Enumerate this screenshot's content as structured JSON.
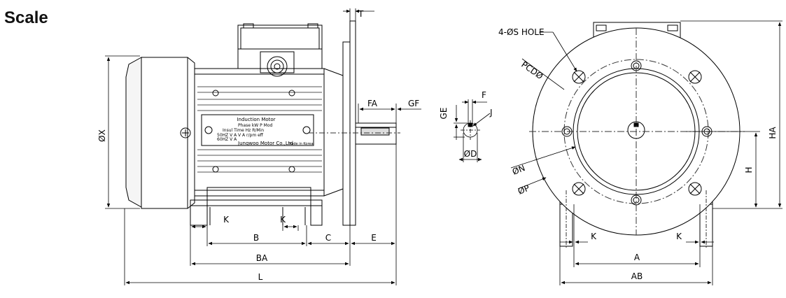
{
  "page": {
    "title": "Scale"
  },
  "side_view": {
    "dimensions": {
      "dia_x": "ØX",
      "t": "T",
      "fa": "FA",
      "gf": "GF",
      "k_left": "K",
      "k_right": "K",
      "b": "B",
      "c": "C",
      "e": "E",
      "ba": "BA",
      "l": "L"
    },
    "nameplate": {
      "title": "Induction Motor",
      "row1": "Phase  kW  P Mod",
      "row2": "Insul  Time  Hz  R/Min",
      "row3": "V  A  r/pm  eff",
      "row4": "50HZ  V  A",
      "row5": "60HZ  V  A",
      "maker": "Jungwoo Motor Co.,Ltd",
      "origin": "Made in Korea"
    }
  },
  "shaft_view": {
    "dimensions": {
      "ge": "GE",
      "f": "F",
      "j": "J",
      "dia_d": "ØD"
    }
  },
  "front_view": {
    "dimensions": {
      "hole_note": "4-ØS HOLE",
      "pcd": "PCDØ",
      "dia_n": "ØN",
      "dia_p": "ØP",
      "h": "H",
      "ha": "HA",
      "k_left": "K",
      "k_right": "K",
      "a": "A",
      "ab": "AB"
    }
  }
}
